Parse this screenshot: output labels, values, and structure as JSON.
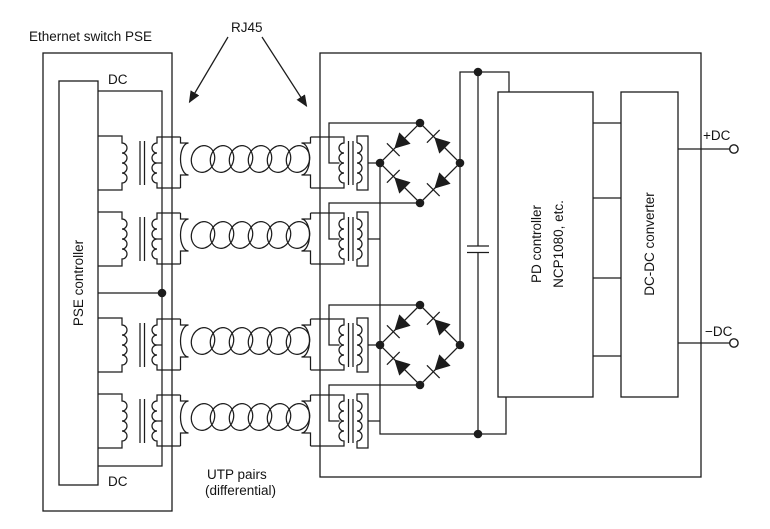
{
  "diagram": {
    "title": "Ethernet switch PSE",
    "labels": {
      "rj45": "RJ45",
      "dc_top": "DC",
      "dc_bottom": "DC",
      "utp_line1": "UTP pairs",
      "utp_line2": "(differential)",
      "pse_controller": "PSE controller",
      "pd_controller_line1": "PD controller",
      "pd_controller_line2": "NCP1080, etc.",
      "dcdc_converter": "DC-DC converter",
      "plus_dc": "+DC",
      "minus_dc": "−DC"
    },
    "colors": {
      "line": "#1c1c1c",
      "background": "#ffffff"
    }
  }
}
